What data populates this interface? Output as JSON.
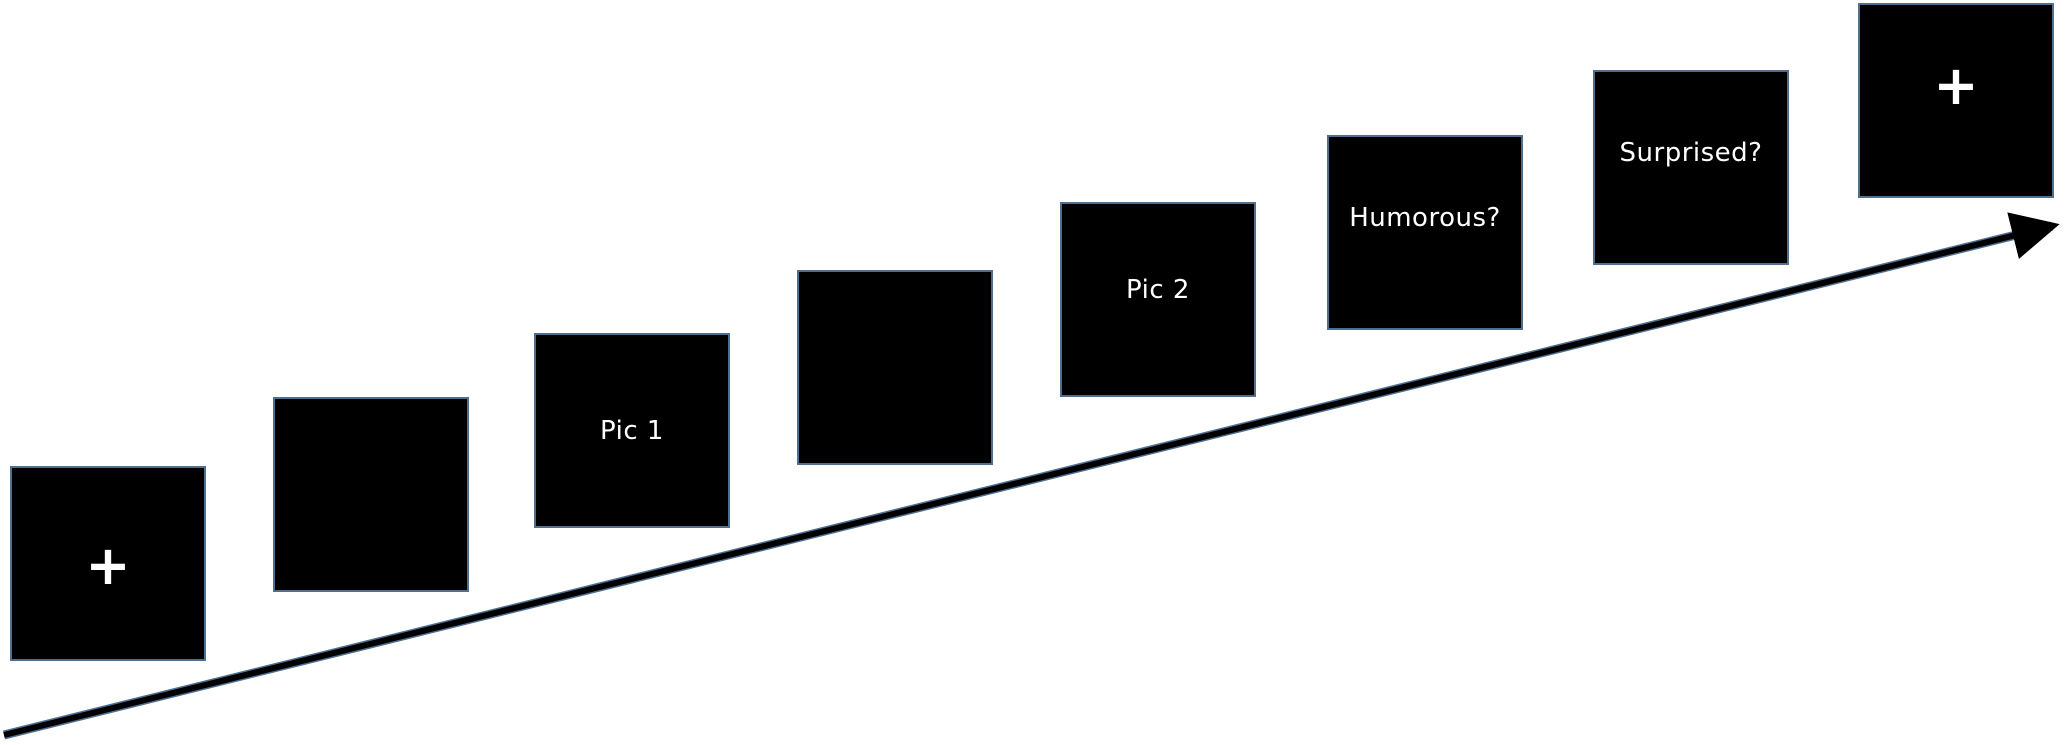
{
  "screens": [
    {
      "kind": "fixation",
      "text": "+"
    },
    {
      "kind": "blank",
      "text": ""
    },
    {
      "kind": "label",
      "text": "Pic 1"
    },
    {
      "kind": "blank",
      "text": ""
    },
    {
      "kind": "label",
      "text": "Pic 2"
    },
    {
      "kind": "label",
      "text": "Humorous?"
    },
    {
      "kind": "label",
      "text": "Surprised?"
    },
    {
      "kind": "fixation",
      "text": "+"
    }
  ],
  "colors": {
    "screen_fill": "#000000",
    "screen_border": "#4f6f91",
    "screen_text": "#ffffff",
    "arrow": "#000000",
    "background": "#ffffff"
  },
  "icons": {
    "time_arrow": "arrow-right-icon"
  }
}
